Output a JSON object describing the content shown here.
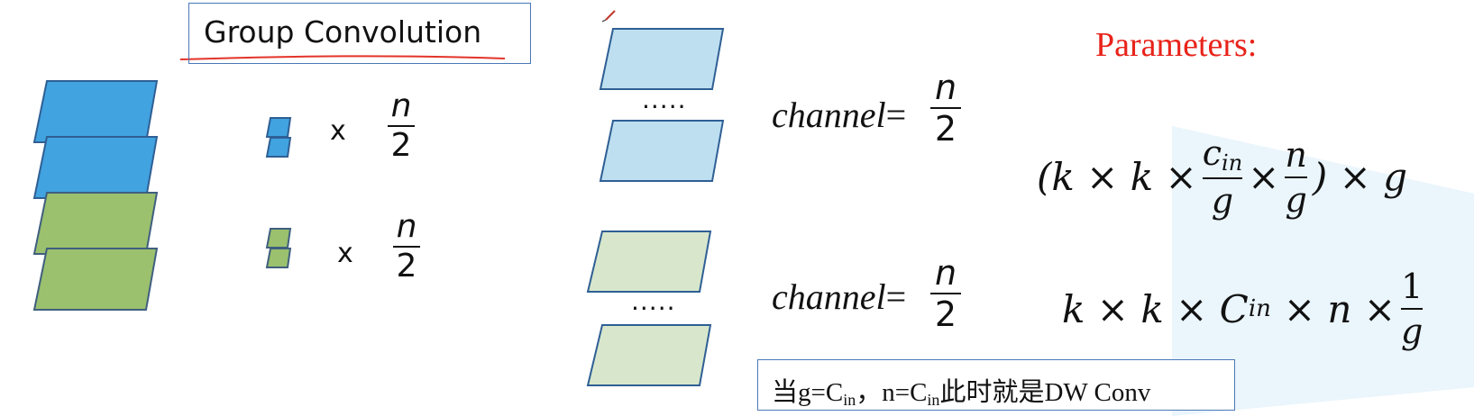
{
  "title": "Group Convolution",
  "params_title": "Parameters:",
  "multiply_sign": "x",
  "fraction": {
    "numerator": "n",
    "denominator": "2"
  },
  "channel_label": "channel",
  "equals": "=",
  "dots": ".....",
  "formula_group": {
    "prefix": "(k × k ×",
    "frac1_num": "c",
    "frac1_num_sub": "in",
    "frac1_den": "g",
    "mid": "×",
    "frac2_num": "n",
    "frac2_den": "g",
    "suffix": ") × g"
  },
  "formula_dw": {
    "prefix": "k × k × C",
    "prefix_sub": "in",
    "mid": "× n ×",
    "frac_num": "1",
    "frac_den": "g"
  },
  "note": {
    "part1": "当g=C",
    "sub1": "in",
    "part2": "，n=C",
    "sub2": "in",
    "part3": "此时就是DW Conv"
  },
  "colors": {
    "blue_fill": "#41a3e0",
    "blue_stroke": "#2f5f94",
    "green_fill": "#9bc06e",
    "green_stroke": "#3f5f7f",
    "light_blue_fill": "#bddff0",
    "light_green_fill": "#d8e7cc",
    "accent_red": "#e8231a",
    "box_border": "#4a78b8"
  }
}
